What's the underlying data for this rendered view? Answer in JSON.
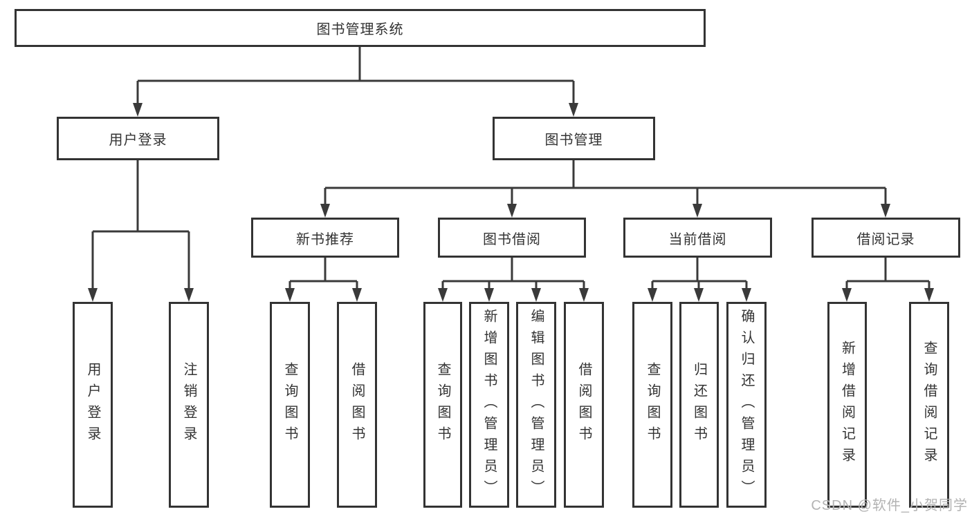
{
  "colors": {
    "box_border": "#333333",
    "connector_line": "#3a3a3a",
    "text": "#333333",
    "watermark": "#b3b3b3",
    "background": "#ffffff"
  },
  "tree": {
    "root": "图书管理系统",
    "children": [
      {
        "label": "用户登录",
        "children": [
          "用户登录",
          "注销登录"
        ]
      },
      {
        "label": "图书管理",
        "children": [
          {
            "label": "新书推荐",
            "children": [
              "查询图书",
              "借阅图书"
            ]
          },
          {
            "label": "图书借阅",
            "children": [
              "查询图书",
              "新增图书（管理员）",
              "编辑图书（管理员）",
              "借阅图书"
            ]
          },
          {
            "label": "当前借阅",
            "children": [
              "查询图书",
              "归还图书",
              "确认归还（管理员）"
            ]
          },
          {
            "label": "借阅记录",
            "children": [
              "新增借阅记录",
              "查询借阅记录"
            ]
          }
        ]
      }
    ]
  },
  "watermark": {
    "text": "CSDN @软件_小贺同学"
  }
}
